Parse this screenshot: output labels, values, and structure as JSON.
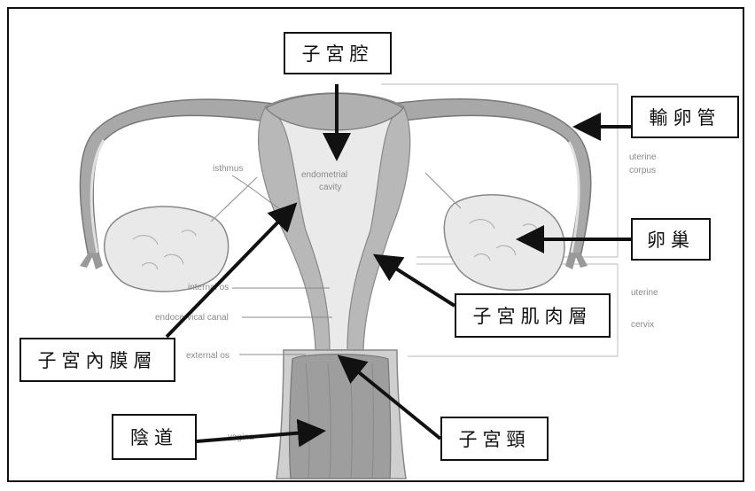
{
  "labels": {
    "cavity": "子宮腔",
    "fallopian_tube": "輸卵管",
    "ovary": "卵巢",
    "myometrium": "子宮肌肉層",
    "endometrium": "子宮內膜層",
    "vagina": "陰道",
    "cervix": "子宮頸"
  },
  "illustration_labels": {
    "isthmus": "isthmus",
    "endometrial_cavity_1": "endometrial",
    "endometrial_cavity_2": "cavity",
    "uterine_corpus_1": "uterine",
    "uterine_corpus_2": "corpus",
    "internal_os": "internal os",
    "endocervical_canal": "endocervical canal",
    "external_os": "external os",
    "uterine_cervix_1": "uterine",
    "uterine_cervix_2": "cervix",
    "vagina": "vagina"
  }
}
